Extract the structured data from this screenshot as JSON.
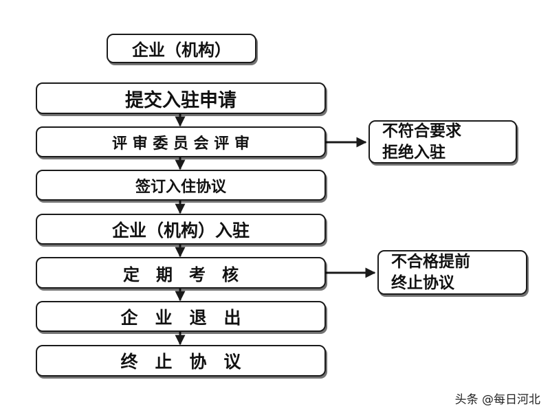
{
  "title_box": {
    "text": "企业（机构）"
  },
  "steps": [
    {
      "text": "提交入驻申请"
    },
    {
      "text": "评 审 委 员 会 评 审"
    },
    {
      "text": "签订入住协议"
    },
    {
      "text": "企业（机构）入驻"
    },
    {
      "text": "定　期　考　核"
    },
    {
      "text": "企　业　退　出"
    },
    {
      "text": "终　止　协　议"
    }
  ],
  "side_boxes": [
    {
      "line1": "不符合要求",
      "line2": "拒绝入驻"
    },
    {
      "line1": "不合格提前",
      "line2": "终止协议"
    }
  ],
  "watermark": {
    "text": "头条 @每日河北"
  },
  "colors": {
    "stroke": "#1a1a1a",
    "background": "#ffffff"
  }
}
